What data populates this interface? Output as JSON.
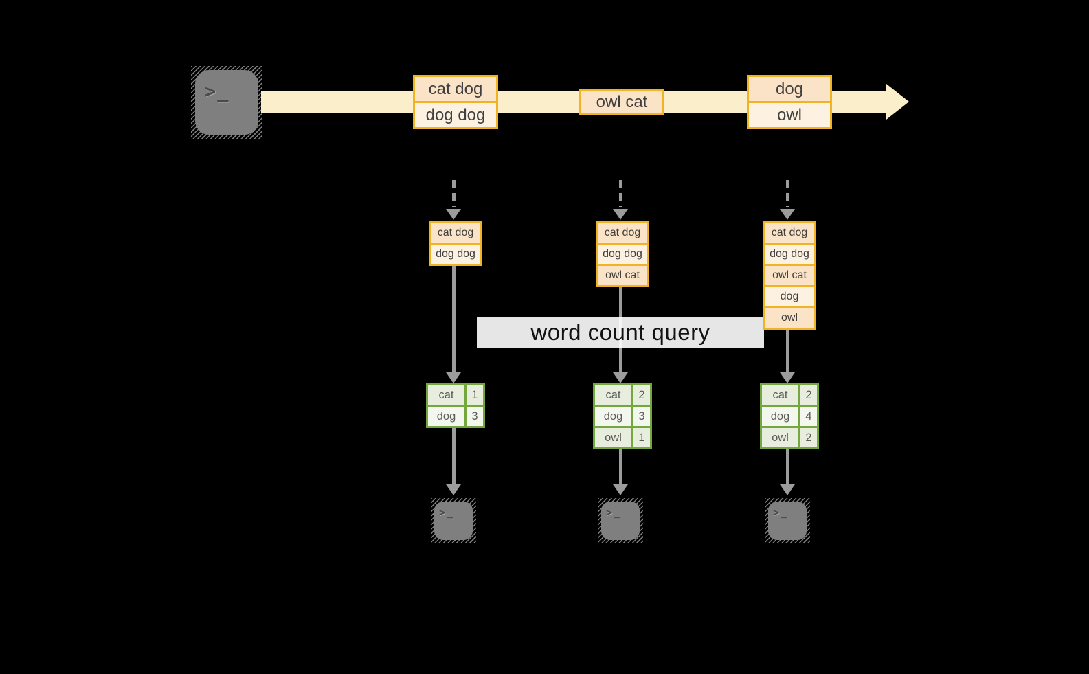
{
  "source_terminal": {
    "glyph": ">_"
  },
  "stream_events": [
    {
      "rows": [
        "cat dog",
        "dog dog"
      ]
    },
    {
      "rows": [
        "owl cat"
      ]
    },
    {
      "rows": [
        "dog",
        "owl"
      ]
    }
  ],
  "query_label": "word count query",
  "columns": [
    {
      "buffer": [
        "cat dog",
        "dog dog"
      ],
      "counts": [
        {
          "word": "cat",
          "value": "1"
        },
        {
          "word": "dog",
          "value": "3"
        }
      ],
      "terminal_glyph": ">_"
    },
    {
      "buffer": [
        "cat dog",
        "dog dog",
        "owl cat"
      ],
      "counts": [
        {
          "word": "cat",
          "value": "2"
        },
        {
          "word": "dog",
          "value": "3"
        },
        {
          "word": "owl",
          "value": "1"
        }
      ],
      "terminal_glyph": ">_"
    },
    {
      "buffer": [
        "cat dog",
        "dog dog",
        "owl cat",
        "dog",
        "owl"
      ],
      "counts": [
        {
          "word": "cat",
          "value": "2"
        },
        {
          "word": "dog",
          "value": "4"
        },
        {
          "word": "owl",
          "value": "2"
        }
      ],
      "terminal_glyph": ">_"
    }
  ],
  "colors": {
    "background": "#000000",
    "stream_band": "#faefca",
    "event_border": "#f0b323",
    "event_fill_dark": "#fae3c6",
    "event_fill_light": "#fdf2e2",
    "arrow_gray": "#9c9c9c",
    "table_green": "#74a83f",
    "table_fill_odd": "#e7eedd",
    "table_fill_even": "#f4f7ee",
    "terminal_gray": "#7f7f7f",
    "label_background": "#ffffff"
  }
}
